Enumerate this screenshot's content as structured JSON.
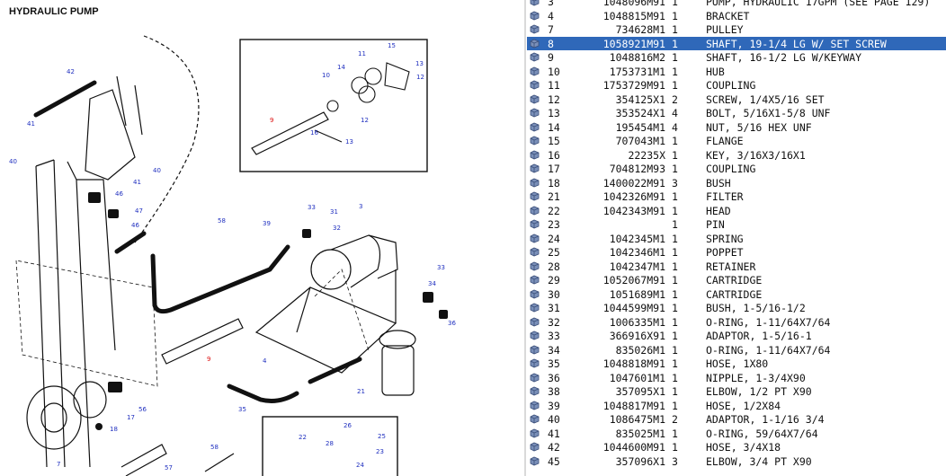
{
  "diagram": {
    "title": "HYDRAULIC PUMP",
    "callouts": [
      "42",
      "41",
      "40",
      "46",
      "40",
      "41",
      "47",
      "46",
      "15",
      "11",
      "13",
      "14",
      "12",
      "10",
      "12",
      "9",
      "16",
      "13",
      "33",
      "31",
      "32",
      "3",
      "58",
      "39",
      "33",
      "34",
      "36",
      "4",
      "9",
      "35",
      "21",
      "56",
      "17",
      "18",
      "7",
      "26",
      "28",
      "22",
      "25",
      "24",
      "23",
      "57",
      "58"
    ]
  },
  "parts": {
    "rows": [
      {
        "ref": "3",
        "pn": "1048096M91",
        "qty": "1",
        "desc": "PUMP, HYDRAULIC 17GPM (SEE PAGE 129)"
      },
      {
        "ref": "4",
        "pn": "1048815M91",
        "qty": "1",
        "desc": "BRACKET"
      },
      {
        "ref": "7",
        "pn": "734628M1",
        "qty": "1",
        "desc": "PULLEY"
      },
      {
        "ref": "8",
        "pn": "1058921M91",
        "qty": "1",
        "desc": "SHAFT, 19-1/4 LG W/ SET SCREW",
        "selected": true
      },
      {
        "ref": "9",
        "pn": "1048816M2",
        "qty": "1",
        "desc": "SHAFT, 16-1/2 LG W/KEYWAY"
      },
      {
        "ref": "10",
        "pn": "1753731M1",
        "qty": "1",
        "desc": "HUB"
      },
      {
        "ref": "11",
        "pn": "1753729M91",
        "qty": "1",
        "desc": "COUPLING"
      },
      {
        "ref": "12",
        "pn": "354125X1",
        "qty": "2",
        "desc": "SCREW, 1/4X5/16 SET"
      },
      {
        "ref": "13",
        "pn": "353524X1",
        "qty": "4",
        "desc": "BOLT, 5/16X1-5/8 UNF"
      },
      {
        "ref": "14",
        "pn": "195454M1",
        "qty": "4",
        "desc": "NUT, 5/16 HEX UNF"
      },
      {
        "ref": "15",
        "pn": "707043M1",
        "qty": "1",
        "desc": "FLANGE"
      },
      {
        "ref": "16",
        "pn": "22235X",
        "qty": "1",
        "desc": "KEY, 3/16X3/16X1"
      },
      {
        "ref": "17",
        "pn": "704812M93",
        "qty": "1",
        "desc": "COUPLING"
      },
      {
        "ref": "18",
        "pn": "1400022M91",
        "qty": "3",
        "desc": "BUSH"
      },
      {
        "ref": "21",
        "pn": "1042326M91",
        "qty": "1",
        "desc": "FILTER"
      },
      {
        "ref": "22",
        "pn": "1042343M91",
        "qty": "1",
        "desc": "HEAD"
      },
      {
        "ref": "23",
        "pn": "",
        "qty": "1",
        "desc": "PIN"
      },
      {
        "ref": "24",
        "pn": "1042345M1",
        "qty": "1",
        "desc": "SPRING"
      },
      {
        "ref": "25",
        "pn": "1042346M1",
        "qty": "1",
        "desc": "POPPET"
      },
      {
        "ref": "28",
        "pn": "1042347M1",
        "qty": "1",
        "desc": "RETAINER"
      },
      {
        "ref": "29",
        "pn": "1052067M91",
        "qty": "1",
        "desc": "CARTRIDGE"
      },
      {
        "ref": "30",
        "pn": "1051689M1",
        "qty": "1",
        "desc": "CARTRIDGE"
      },
      {
        "ref": "31",
        "pn": "1044599M91",
        "qty": "1",
        "desc": "BUSH, 1-5/16-1/2"
      },
      {
        "ref": "32",
        "pn": "1006335M1",
        "qty": "1",
        "desc": "O-RING, 1-11/64X7/64"
      },
      {
        "ref": "33",
        "pn": "366916X91",
        "qty": "1",
        "desc": "ADAPTOR, 1-5/16-1"
      },
      {
        "ref": "34",
        "pn": "835026M1",
        "qty": "1",
        "desc": "O-RING, 1-11/64X7/64"
      },
      {
        "ref": "35",
        "pn": "1048818M91",
        "qty": "1",
        "desc": "HOSE, 1X80"
      },
      {
        "ref": "36",
        "pn": "1047601M1",
        "qty": "1",
        "desc": "NIPPLE, 1-3/4X90"
      },
      {
        "ref": "38",
        "pn": "357095X1",
        "qty": "1",
        "desc": "ELBOW, 1/2 PT X90"
      },
      {
        "ref": "39",
        "pn": "1048817M91",
        "qty": "1",
        "desc": "HOSE, 1/2X84"
      },
      {
        "ref": "40",
        "pn": "1086475M1",
        "qty": "2",
        "desc": "ADAPTOR, 1-1/16 3/4"
      },
      {
        "ref": "41",
        "pn": "835025M1",
        "qty": "1",
        "desc": "O-RING, 59/64X7/64"
      },
      {
        "ref": "42",
        "pn": "1044600M91",
        "qty": "1",
        "desc": "HOSE, 3/4X18"
      },
      {
        "ref": "45",
        "pn": "357096X1",
        "qty": "3",
        "desc": "ELBOW, 3/4 PT X90"
      }
    ]
  }
}
